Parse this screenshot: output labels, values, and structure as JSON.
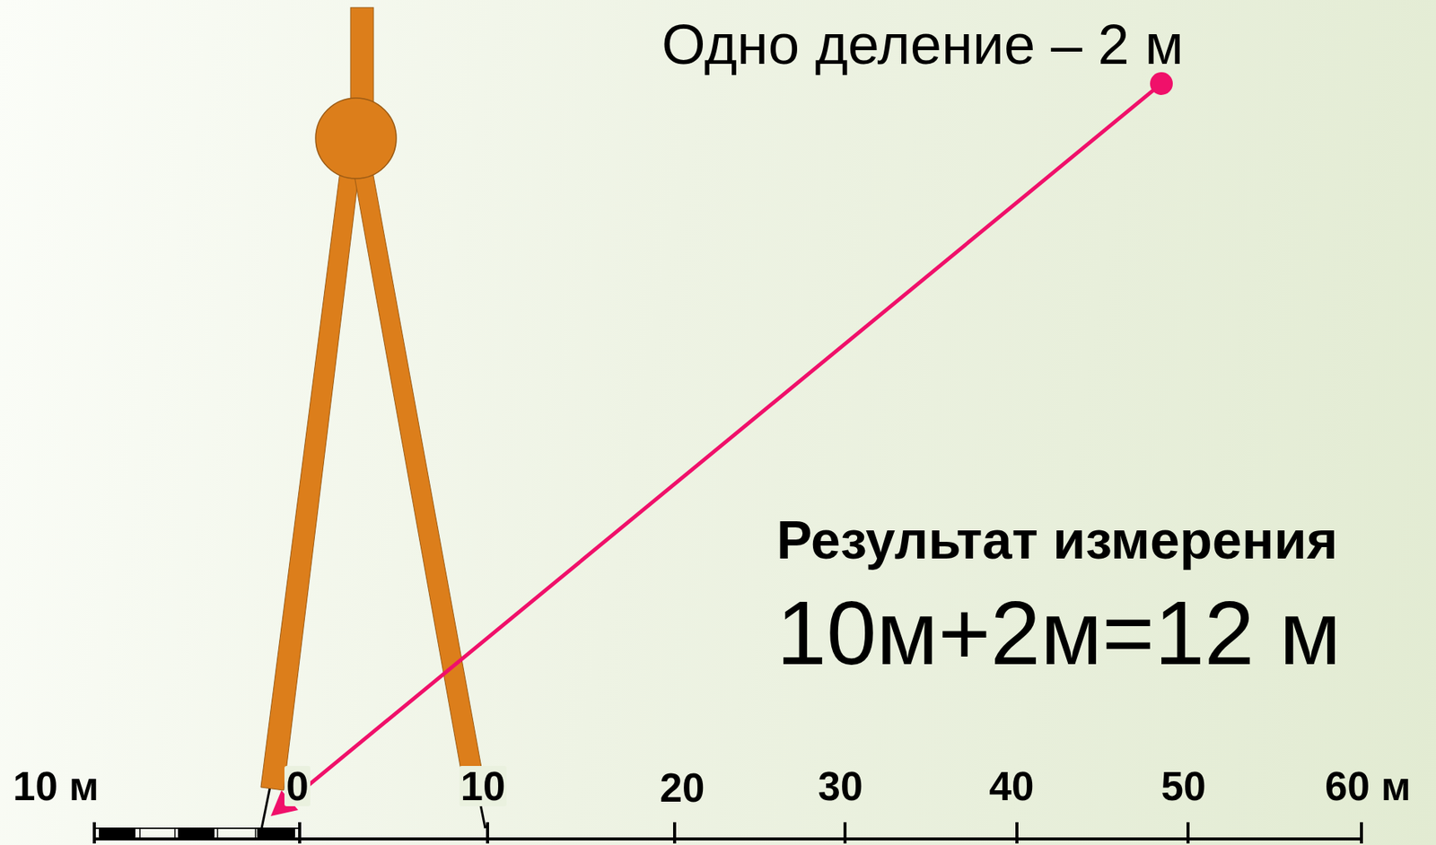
{
  "diagram": {
    "labels": [
      "Одно деление – 2 м",
      "Результат измерения",
      "10м+2м=12 м",
      "10 м",
      "0",
      "10",
      "20",
      "30",
      "40",
      "50",
      "60 м"
    ]
  }
}
